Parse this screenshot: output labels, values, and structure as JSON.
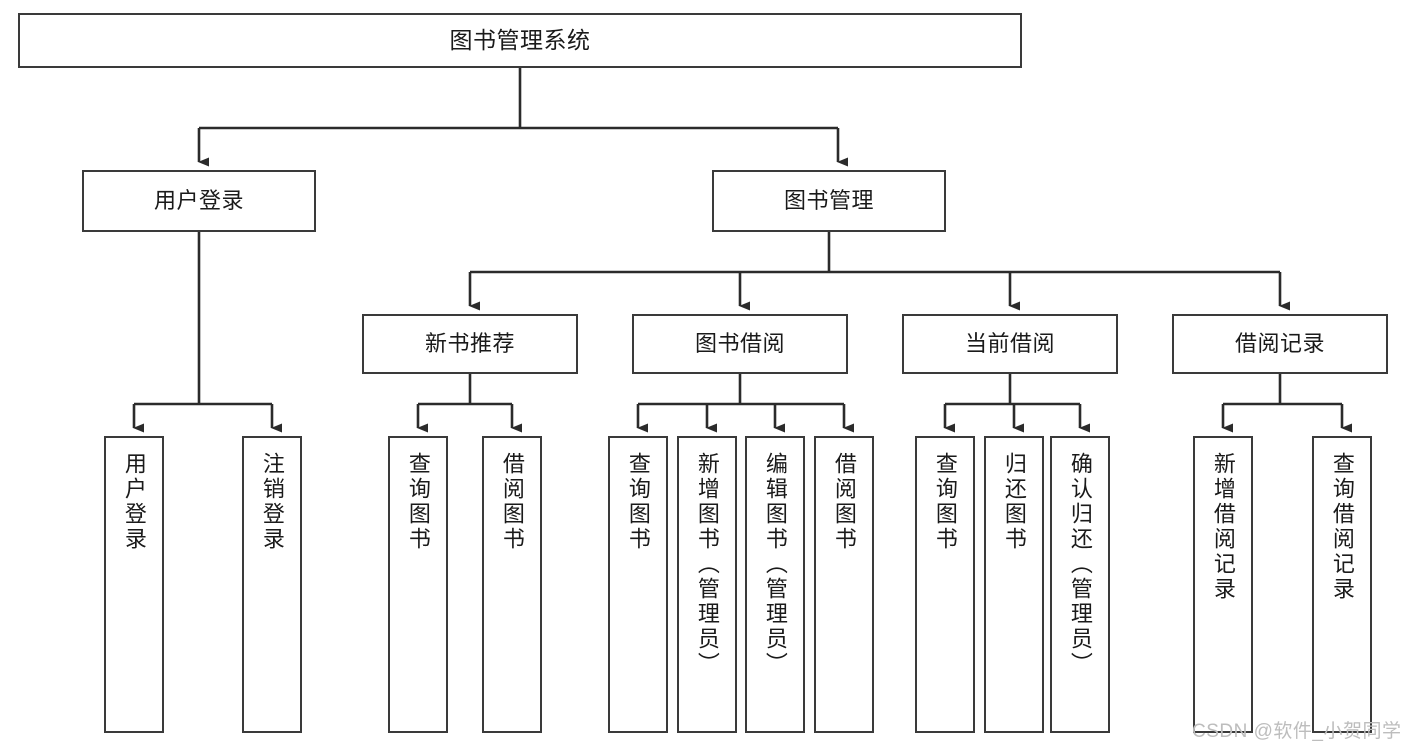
{
  "diagram": {
    "title": "图书管理系统",
    "type": "tree",
    "colors": {
      "box_border": "#3a3a3a",
      "box_fill": "#ffffff",
      "edge": "#2b2b2b",
      "text": "#1a1a1a",
      "watermark": "#bdbdbd"
    },
    "watermark": "CSDN @软件_小贺同学",
    "levels": {
      "root": {
        "label": "图书管理系统"
      },
      "level1": [
        {
          "label": "用户登录"
        },
        {
          "label": "图书管理"
        }
      ],
      "level2": [
        {
          "label": "新书推荐"
        },
        {
          "label": "图书借阅"
        },
        {
          "label": "当前借阅"
        },
        {
          "label": "借阅记录"
        }
      ],
      "leaves": {
        "user_login": [
          {
            "label": "用户登录"
          },
          {
            "label": "注销登录"
          }
        ],
        "new_book": [
          {
            "label": "查询图书"
          },
          {
            "label": "借阅图书"
          }
        ],
        "borrow_book": [
          {
            "label": "查询图书"
          },
          {
            "label": "新增图书（管理员）"
          },
          {
            "label": "编辑图书（管理员）"
          },
          {
            "label": "借阅图书"
          }
        ],
        "current_borrow": [
          {
            "label": "查询图书"
          },
          {
            "label": "归还图书"
          },
          {
            "label": "确认归还（管理员）"
          }
        ],
        "borrow_record": [
          {
            "label": "新增借阅记录"
          },
          {
            "label": "查询借阅记录"
          }
        ]
      }
    }
  }
}
